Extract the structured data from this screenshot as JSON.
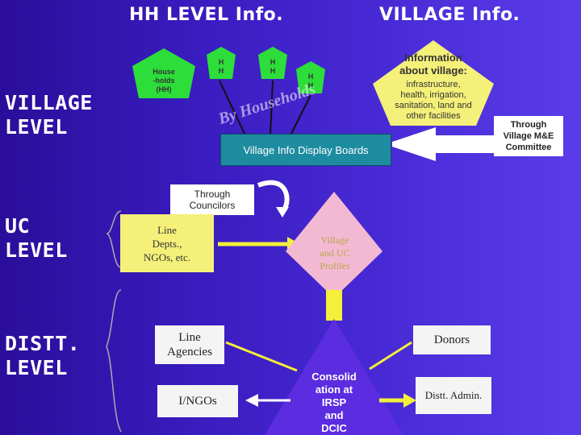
{
  "headers": {
    "hh": "HH LEVEL Info.",
    "village": "VILLAGE Info."
  },
  "levels": {
    "village": "VILLAGE\nLEVEL",
    "uc": "UC\nLEVEL",
    "distt": "DISTT.\nLEVEL"
  },
  "households": {
    "main": "House\n-holds\n(HH)",
    "h1": "H\nH",
    "h2": "H\nH",
    "h3": "H\nH"
  },
  "village_info": {
    "title": "Information\nabout village:",
    "body": "infrastructure,\nhealth, irrigation,\nsanitation, land and\nother facilities"
  },
  "through_village_me": "Through\nVillage M&E\nCommittee",
  "display_boards": "Village Info Display Boards",
  "by_households": "By Households",
  "through_councilors": "Through\nCouncilors",
  "line_depts": "Line\nDepts.,\nNGOs, etc.",
  "village_uc_profiles": "Village\nand UC\nProfiles",
  "line_agencies": "Line\nAgencies",
  "donors": "Donors",
  "ingos": "I/NGOs",
  "consolidation": "Consolid\nation at\nIRSP\nand\nDCIC",
  "distt_admin": "Distt. Admin.",
  "colors": {
    "background": "#3a1cc0",
    "pentagon_green": "#2ddd3a",
    "pentagon_yellow": "#f4f07a",
    "arrow_yellow": "#f3ef3a",
    "teal": "#1e8ca0",
    "pink": "#f4b9d2",
    "triangle_purple": "#5c2ce0"
  }
}
